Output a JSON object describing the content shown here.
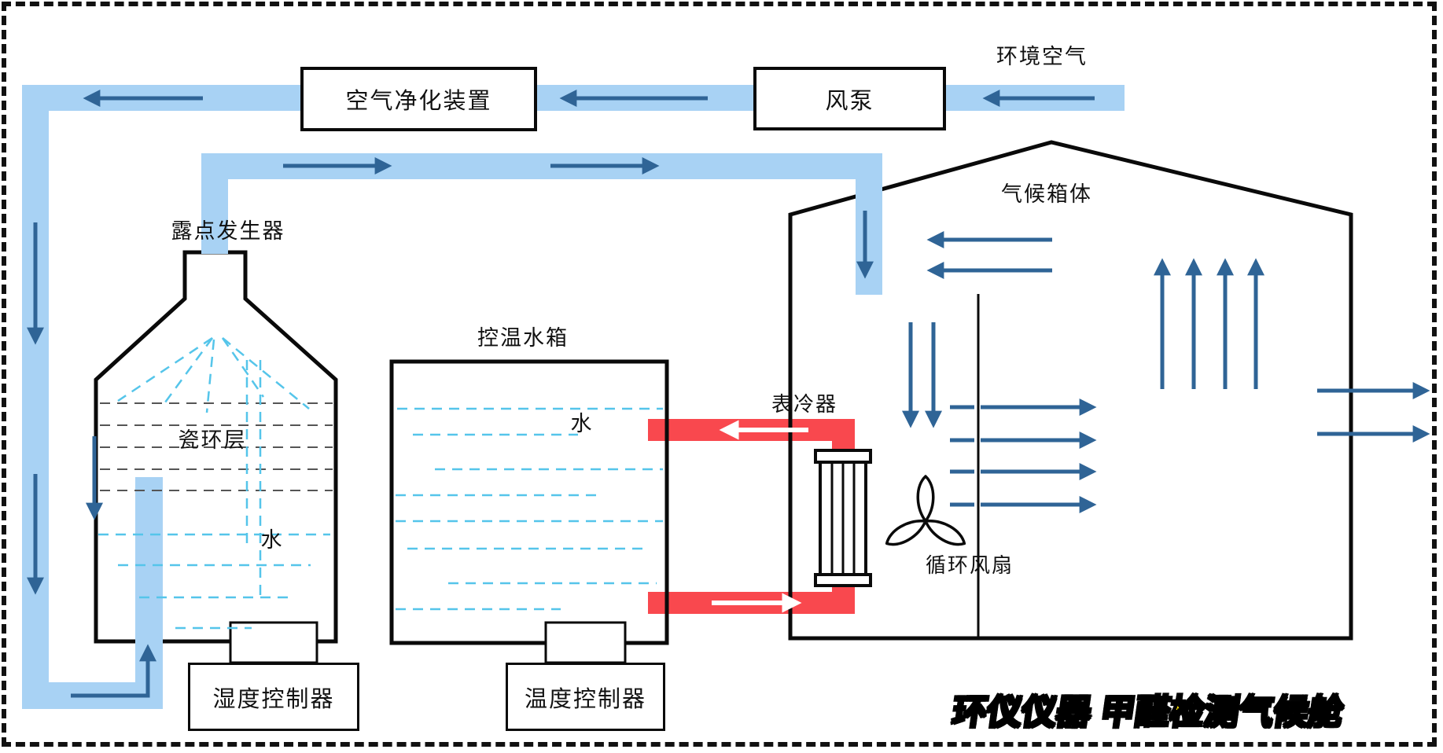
{
  "colors": {
    "pipe_blue": "#A8D2F4",
    "arrow_navy": "#2F6496",
    "water_cyan": "#55C5EA",
    "ceramic_gray": "#555555",
    "coolant_red": "#F9484E",
    "outline_black": "#0A0A0A",
    "brand_yellow": "#FFE500"
  },
  "diagram": {
    "ambient_air_label": "环境空气",
    "pump": {
      "label": "风泵"
    },
    "purifier": {
      "label": "空气净化装置"
    },
    "dew_point_generator": {
      "label": "露点发生器",
      "ceramic_layer_label": "瓷环层",
      "water_label": "水"
    },
    "water_tank": {
      "label": "控温水箱",
      "water_label": "水"
    },
    "cooler": {
      "label": "表冷器"
    },
    "chamber": {
      "label": "气候箱体",
      "fan_label": "循环风扇"
    },
    "humidity_controller": {
      "label": "湿度控制器"
    },
    "temperature_controller": {
      "label": "温度控制器"
    },
    "watermark": {
      "text": "环仪仪器 甲醛检测气候舱"
    }
  }
}
